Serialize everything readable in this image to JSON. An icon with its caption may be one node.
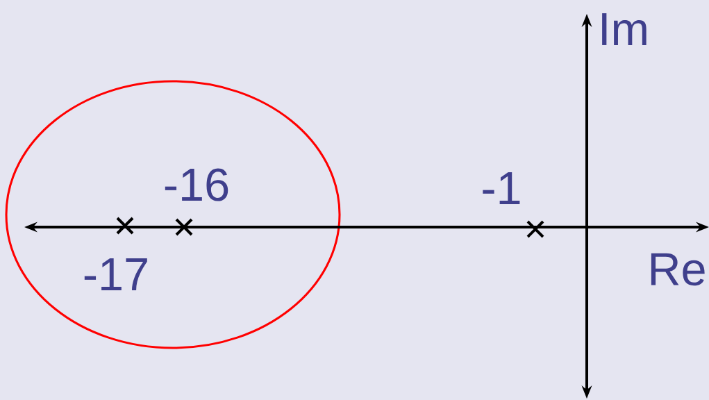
{
  "diagram": {
    "labels": [
      "Im",
      "-16",
      "-1",
      "-17",
      "Re"
    ]
  }
}
